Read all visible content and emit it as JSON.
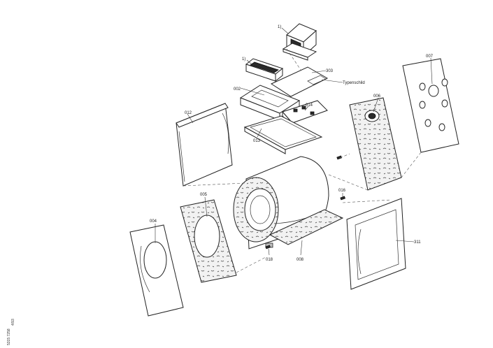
{
  "labels": {
    "l1a": "1)",
    "l1b": "1)",
    "l303": "303",
    "typ": "Typenschild",
    "l002": "002",
    "l014": "014",
    "l012": "012",
    "l013": "013",
    "l006": "006",
    "l007": "007",
    "l005": "005",
    "l004": "004",
    "l016": "016",
    "l018": "018",
    "l008": "008",
    "l311": "311"
  },
  "margin_code": {
    "num": "4/93",
    "code": "5315 7258"
  }
}
